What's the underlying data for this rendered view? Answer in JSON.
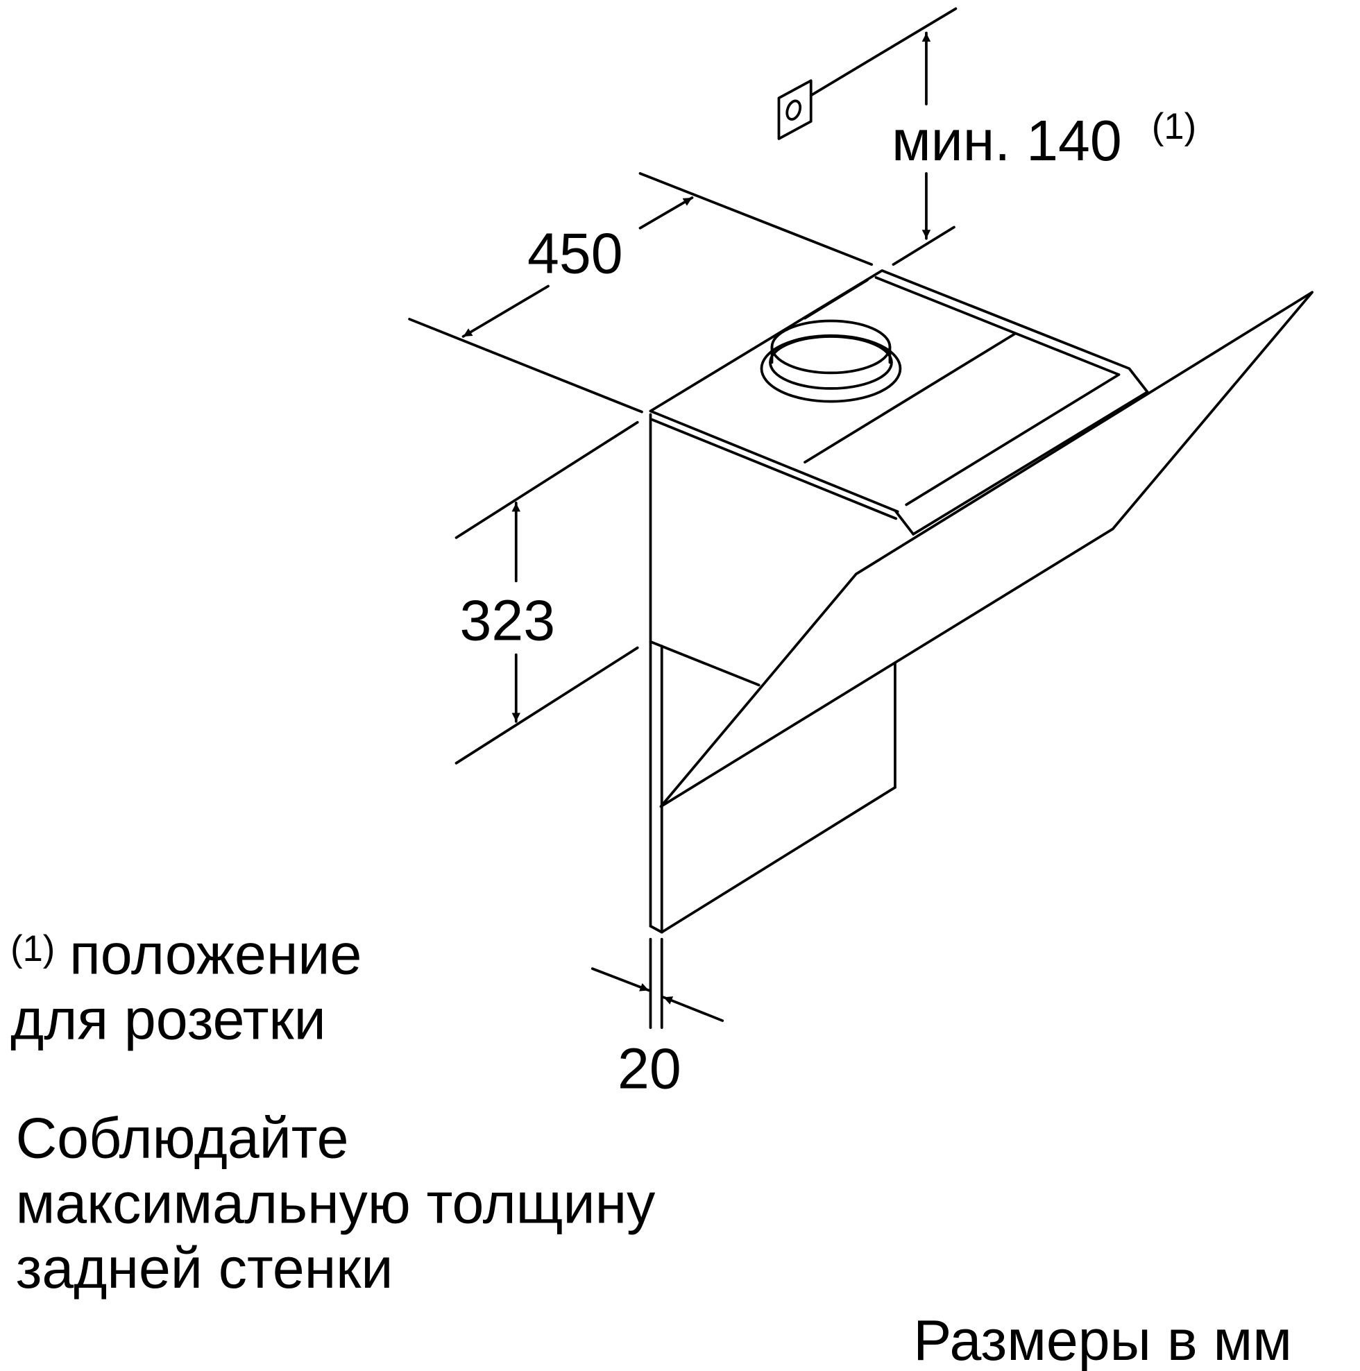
{
  "dimensions": {
    "width": "450",
    "height": "323",
    "wall_thickness": "20",
    "socket_distance": "мин. 140",
    "socket_footnote_marker": "(1)"
  },
  "notes": {
    "footnote_marker": "(1)",
    "footnote_line1": "положение",
    "footnote_line2": "для розетки",
    "warning_line1": "Соблюдайте",
    "warning_line2": "максимальную толщину",
    "warning_line3": "задней стенки",
    "units": "Размеры в мм"
  }
}
